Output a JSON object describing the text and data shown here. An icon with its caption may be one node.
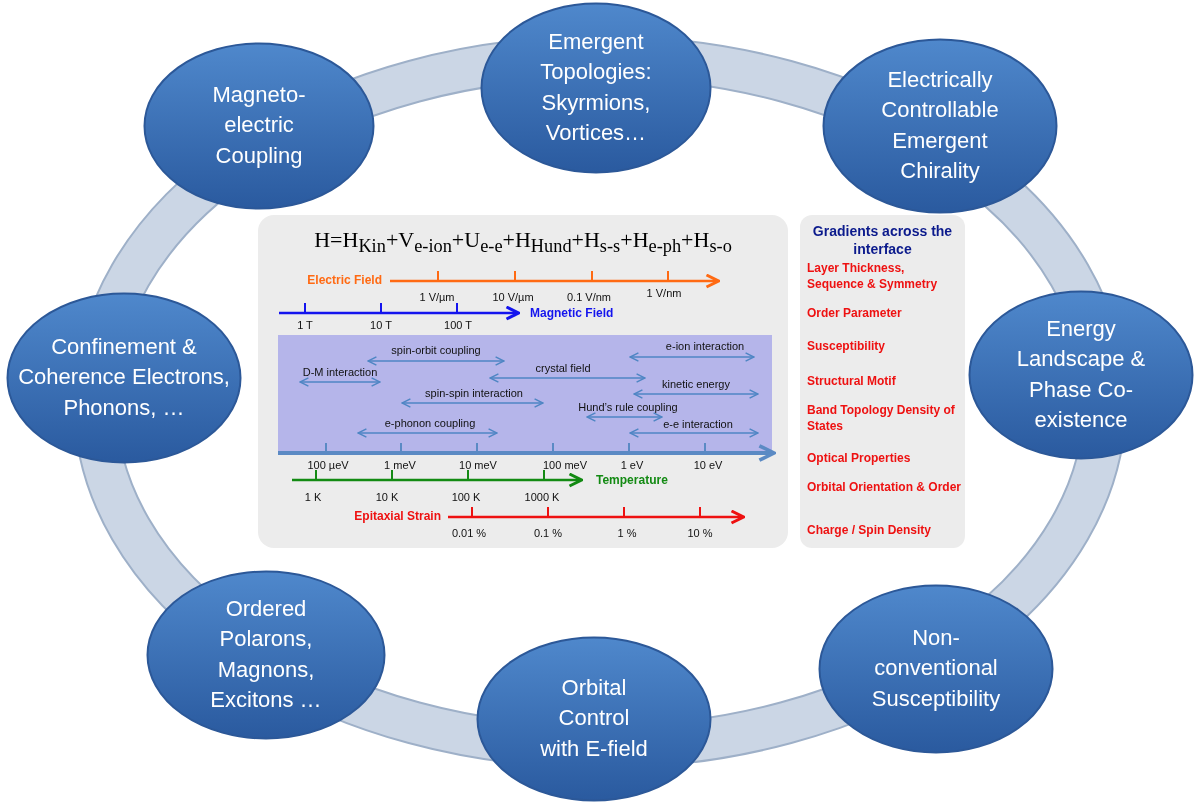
{
  "diagram": {
    "nodes": [
      {
        "text": [
          "Magneto- electric Coupling"
        ]
      },
      {
        "text": [
          "Emergent Topologies: Skyrmions, Vortices…"
        ]
      },
      {
        "text": [
          "Electrically Controllable Emergent Chirality"
        ]
      },
      {
        "text": [
          "Confinement & Coherence Electrons, Phonons, …"
        ]
      },
      {
        "text": [
          "Energy Landscape & Phase Co-existence"
        ]
      },
      {
        "text": [
          "Ordered Polarons, Magnons, Excitons …"
        ]
      },
      {
        "text": [
          "Orbital Control with E-field"
        ]
      },
      {
        "text": [
          "Non- conventional Susceptibility"
        ]
      },
      {
        "text": [
          "H=H$_{Kin}$+V$_{e-ion}$+U$_{e-e}$+H$_{Hund}$+H$_{s-s}$+H$_{e-ph}$+H$_{s-o}$"
        ]
      },
      {
        "text": [
          "spin-orbit coupling",
          "e-ion interaction",
          "D-M interaction",
          "crystal field",
          "kinetic energy",
          "spin-spin interaction",
          "Hund’s rule coupling",
          "e-phonon coupling",
          "e-e interaction"
        ],
        "in": 8
      },
      {
        "text": [
          "Gradients across the interface",
          "Layer Thickness, Sequence & Symmetry",
          "Order Parameter",
          "Susceptibility",
          "Structural Motif",
          "Band Topology Density of States",
          "Optical Properties",
          "Orbital Orientation & Order",
          "Charge / Spin Density"
        ]
      }
    ],
    "labels": [
      "Electric Field",
      "1 V/µm",
      "10 V/µm",
      "0.1 V/nm",
      "1 V/nm",
      "1 T",
      "10 T",
      "100 T",
      "Magnetic Field",
      "100 µeV",
      "1 meV",
      "10 meV",
      "100 meV",
      "1 eV",
      "10 eV",
      "Temperature",
      "1 K",
      "10 K",
      "100 K",
      "1000 K",
      "Epitaxial Strain",
      "0.01 %",
      "0.1 %",
      "1 %",
      "10 %"
    ]
  }
}
